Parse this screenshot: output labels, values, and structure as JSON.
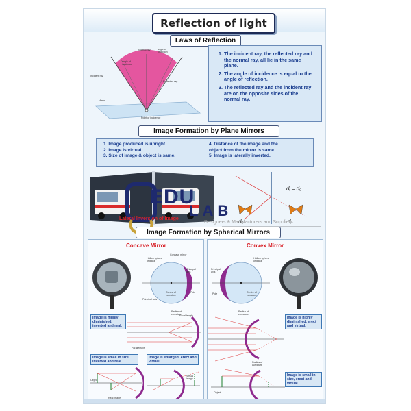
{
  "header": {
    "title": "Reflection of light"
  },
  "laws": {
    "heading": "Laws of Reflection",
    "items": [
      "The incident ray, the reflected ray and the normal ray, all lie in the same plane.",
      "The angle of incidence is equal to the angle of reflection.",
      "The reflected ray and the incident ray are on the opposite sides of the normal ray."
    ],
    "diagram": {
      "normal_ray": "Normal ray",
      "angle_incidence": "angle of incidence",
      "angle_reflection": "angle of reflection",
      "incident_ray": "Incident ray",
      "reflected_ray": "Reflected ray",
      "mirror": "Mirror",
      "point_incidence": "Point of incidence"
    }
  },
  "plane": {
    "heading": "Image Formation by Plane Mirrors",
    "properties_left": [
      "1.  Image produced is upright .",
      "2.  Image is virtual.",
      "3.  Size of image & object  is same."
    ],
    "properties_right": [
      "4.  Distance of the image and the",
      "     object from the mirror is same.",
      "5.  Image is laterally inverted."
    ],
    "equation": "dᵢ = dₒ",
    "d_label_1": "dₒ",
    "d_label_2": "dᵢ",
    "lateral_caption": "Lateral Inversion of Image"
  },
  "spherical": {
    "heading": "Image Formation by Spherical Mirrors",
    "concave": "Concave Mirror",
    "convex": "Convex Mirror",
    "concave_labels": {
      "hollow": "Hollow sphere of glass",
      "concave_mirror": "Concave mirror",
      "principal_axis": "Principal axis",
      "center": "Centre of curvature",
      "pole": "Pole",
      "radius": "Radius of curvature",
      "principal_axis_2": "Principal axis"
    },
    "convex_labels": {
      "hollow": "Hollow sphere of glass",
      "principal_axis": "Principal axis",
      "pole": "Pole",
      "center": "Centre of curvature",
      "radius": "Radius of curvature"
    },
    "cases": {
      "c1": "Image is highly diminished, inverted and real.",
      "c2": "Image is small in size, inverted and real.",
      "c3": "Image is enlarged, erect and virtual.",
      "v1": "Image is highly diminished, erect and virtual.",
      "v2": "Image is small in size, erect and virtual."
    },
    "ray_labels": {
      "focal_length": "Focal length",
      "parallel_rays": "Parallel rays",
      "object": "Object",
      "real_image": "Real image",
      "virtual_image": "Virtual image",
      "radius_curvature": "Radius of curvature"
    }
  },
  "watermark": {
    "edu": "EDU",
    "lab": "LAB",
    "sub": "Designers & Manufacturers and Suppliers"
  },
  "colors": {
    "blue_text": "#1a3d8f",
    "red_title": "#d8232a",
    "panel_bg": "#d9e8f6"
  }
}
